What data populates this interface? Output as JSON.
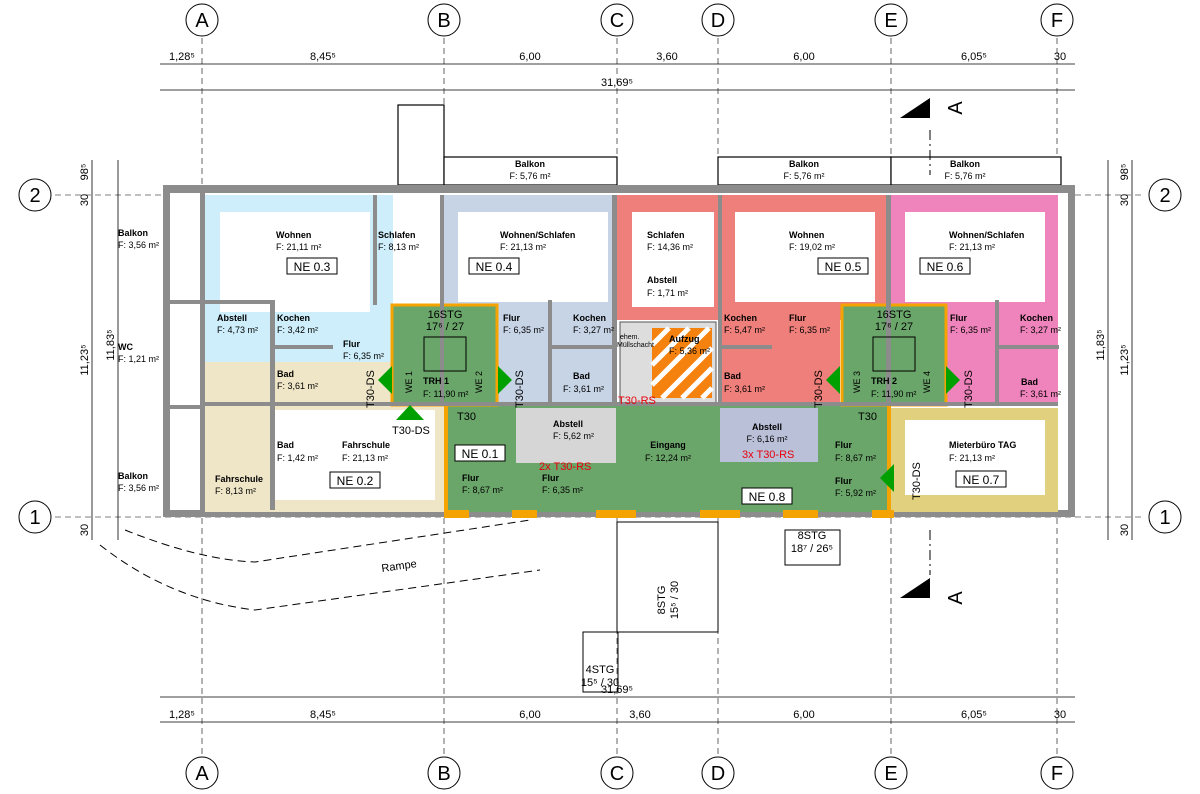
{
  "axes": {
    "columns": [
      "A",
      "B",
      "C",
      "D",
      "E",
      "F"
    ],
    "rows": [
      "2",
      "1"
    ]
  },
  "dimensions": {
    "top": [
      "1,28⁵",
      "8,45⁵",
      "6,00",
      "3,60",
      "6,00",
      "6,05⁵",
      "30"
    ],
    "top_total": "31,69⁵",
    "bottom": [
      "1,28⁵",
      "8,45⁵",
      "6,00",
      "3,60",
      "6,00",
      "6,05⁵",
      "30"
    ],
    "bottom_total": "31,69⁵",
    "left": [
      "98⁵",
      "30",
      "11,23⁵",
      "11,83⁵",
      "30"
    ],
    "right": [
      "98⁵",
      "30",
      "11,23⁵",
      "11,83⁵",
      "30"
    ]
  },
  "rooms": [
    {
      "name": "Balkon",
      "area": "F: 5,76 m²"
    },
    {
      "name": "Balkon",
      "area": "F: 5,76 m²"
    },
    {
      "name": "Balkon",
      "area": "F: 5,76 m²"
    },
    {
      "name": "Balkon",
      "area": "F: 3,56 m²"
    },
    {
      "name": "Wohnen",
      "area": "F: 21,11 m²"
    },
    {
      "name": "Schlafen",
      "area": "F: 8,13 m²"
    },
    {
      "name": "Abstell",
      "area": "F: 4,73 m²"
    },
    {
      "name": "Kochen",
      "area": "F: 3,42 m²"
    },
    {
      "name": "Flur",
      "area": "F: 6,35 m²"
    },
    {
      "name": "Bad",
      "area": "F: 3,61 m²"
    },
    {
      "name": "WC",
      "area": "F: 1,21 m²"
    },
    {
      "name": "Wohnen/Schlafen",
      "area": "F:           21,13 m²"
    },
    {
      "name": "Flur",
      "area": "F: 6,35 m²"
    },
    {
      "name": "Kochen",
      "area": "F: 3,27 m²"
    },
    {
      "name": "Bad",
      "area": "F: 3,61 m²"
    },
    {
      "name": "TRH 1",
      "area": "F: 11,90 m²"
    },
    {
      "name": "Schlafen",
      "area": "F: 14,36 m²"
    },
    {
      "name": "Abstell",
      "area": "F: 1,71 m²"
    },
    {
      "name": "Aufzug",
      "area": "F: 5,36 m²"
    },
    {
      "name": "Wohnen",
      "area": "F: 19,02 m²"
    },
    {
      "name": "Kochen",
      "area": "F: 5,47 m²"
    },
    {
      "name": "Flur",
      "area": "F: 6,35 m²"
    },
    {
      "name": "Bad",
      "area": "F: 3,61 m²"
    },
    {
      "name": "TRH 2",
      "area": "F: 11,90 m²"
    },
    {
      "name": "Wohnen/Schlafen",
      "area": "F:           21,13 m²"
    },
    {
      "name": "Flur",
      "area": "F: 6,35 m²"
    },
    {
      "name": "Kochen",
      "area": "F: 3,27 m²"
    },
    {
      "name": "Bad",
      "area": "F: 3,61 m²"
    },
    {
      "name": "Balkon",
      "area": "F: 3,56 m²"
    },
    {
      "name": "Fahrschule",
      "area": "F:   8,13 m²"
    },
    {
      "name": "Bad",
      "area": "F: 1,42 m²"
    },
    {
      "name": "Fahrschule",
      "area": "F:  21,13 m²"
    },
    {
      "name": "Flur",
      "area": "F: 8,67 m²"
    },
    {
      "name": "Abstell",
      "area": "F: 5,62 m²"
    },
    {
      "name": "Flur",
      "area": "F: 6,35 m²"
    },
    {
      "name": "Eingang",
      "area": "F: 12,24 m²"
    },
    {
      "name": "Abstell",
      "area": "F: 6,16 m²"
    },
    {
      "name": "Flur",
      "area": "F: 8,67 m²"
    },
    {
      "name": "Flur",
      "area": "F: 5,92 m²"
    },
    {
      "name": "Mieterbüro TAG",
      "area": "F:           21,13 m²"
    }
  ],
  "units": [
    "NE 0.1",
    "NE 0.2",
    "NE 0.3",
    "NE 0.4",
    "NE 0.5",
    "NE 0.6",
    "NE 0.7",
    "NE 0.8"
  ],
  "doors": {
    "t30_ds": "T30-DS",
    "t30": "T30",
    "t30_rs": "T30-RS",
    "t30_rs_2x": "2x T30-RS",
    "t30_rs_3x": "3x T30-RS"
  },
  "stairs": {
    "trh1": {
      "steps": "16STG",
      "ratio": "17⁶ / 27"
    },
    "trh2": {
      "steps": "16STG",
      "ratio": "17⁶ / 27"
    },
    "outside_right": {
      "steps": "8STG",
      "ratio": "18⁷ / 26⁵"
    },
    "entrance": {
      "steps": "8STG",
      "ratio": "15⁵ / 30"
    },
    "lower": {
      "steps": "4STG",
      "ratio": "15⁵ / 30"
    }
  },
  "we_labels": [
    "WE 1",
    "WE 2",
    "WE 3",
    "WE 4"
  ],
  "misc": {
    "shaft": "ehem.",
    "shaft2": "Müllschacht",
    "ramp": "Rampe",
    "section": "A"
  },
  "colors": {
    "ne03": "#cdeefa",
    "ne04": "#c7d4e6",
    "ne05": "#ee7f7a",
    "ne06": "#ee84bb",
    "stair": "#6aa56a",
    "ne02": "#efe6c8",
    "ne07": "#e1d17e",
    "abstell08": "#b9c0d8",
    "firewall": "#f5a300",
    "fire": "#e8000b",
    "exit": "#00a000"
  }
}
